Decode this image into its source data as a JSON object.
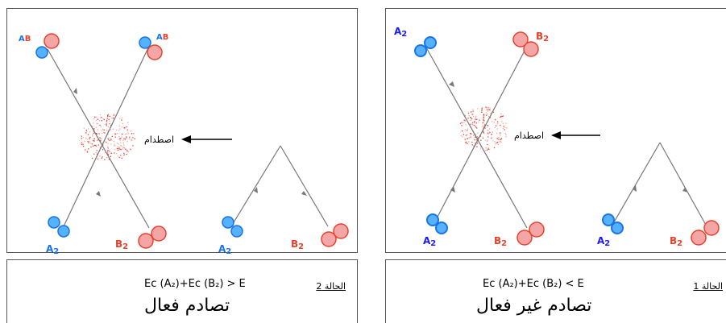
{
  "colors": {
    "blue": "#1a73e8",
    "blue_light": "#55b2ff",
    "red": "#e8412b",
    "red_light": "#f4a6a6",
    "line": "#777777"
  },
  "left_panel": {
    "label_AB_left": "AB",
    "label_AB_right": "AB",
    "label_A2_bottom": "A",
    "label_A2_sub": "2",
    "label_B2_bottom": "B",
    "label_B2_sub": "2",
    "label_A2_small": "A",
    "label_A2_small_sub": "2",
    "label_B2_small": "B",
    "label_B2_small_sub": "2",
    "collision_label": "اصطدام"
  },
  "right_panel": {
    "label_A2_top": "A",
    "label_A2_top_sub": "2",
    "label_B2_top": "B",
    "label_B2_top_sub": "2",
    "label_A2_bottom": "A",
    "label_A2_bottom_sub": "2",
    "label_B2_bottom": "B",
    "label_B2_bottom_sub": "2",
    "label_A2_small": "A",
    "label_A2_small_sub": "2",
    "label_B2_small": "B",
    "label_B2_small_sub": "2",
    "collision_label": "اصطدام"
  },
  "captions": {
    "left": {
      "case_label": "الحالة 2",
      "formula": "Eᴄ (A₂)+Eᴄ (B₂) > E",
      "verdict": "تصادم فعال"
    },
    "right": {
      "case_label": "الحالة 1",
      "formula": "Eᴄ (A₂)+Eᴄ (B₂) < E",
      "verdict": "تصادم غير فعال"
    }
  }
}
